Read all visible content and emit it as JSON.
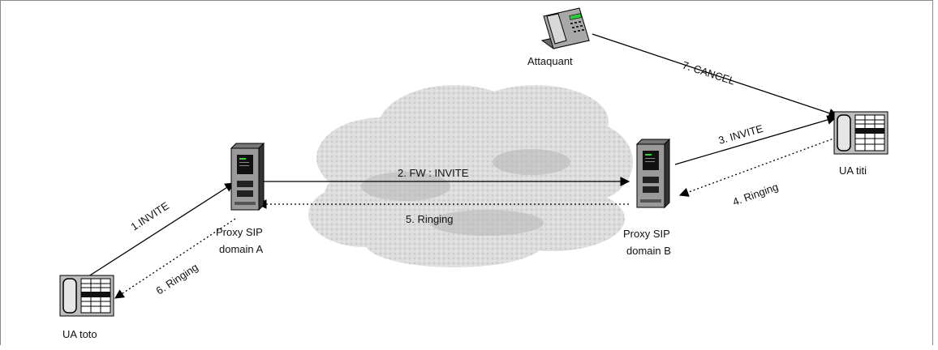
{
  "nodes": {
    "ua_toto": "UA toto",
    "ua_titi": "UA titi",
    "attacker": "Attaquant",
    "proxy_a_line1": "Proxy SIP",
    "proxy_a_line2": "domain A",
    "proxy_b_line1": "Proxy SIP",
    "proxy_b_line2": "domain B"
  },
  "messages": {
    "m1": "1.INVITE",
    "m2": "2. FW : INVITE",
    "m3": "3. INVITE",
    "m4": "4. Ringing",
    "m5": "5. Ringing",
    "m6": "6. Ringing",
    "m7": "7. CANCEL"
  }
}
